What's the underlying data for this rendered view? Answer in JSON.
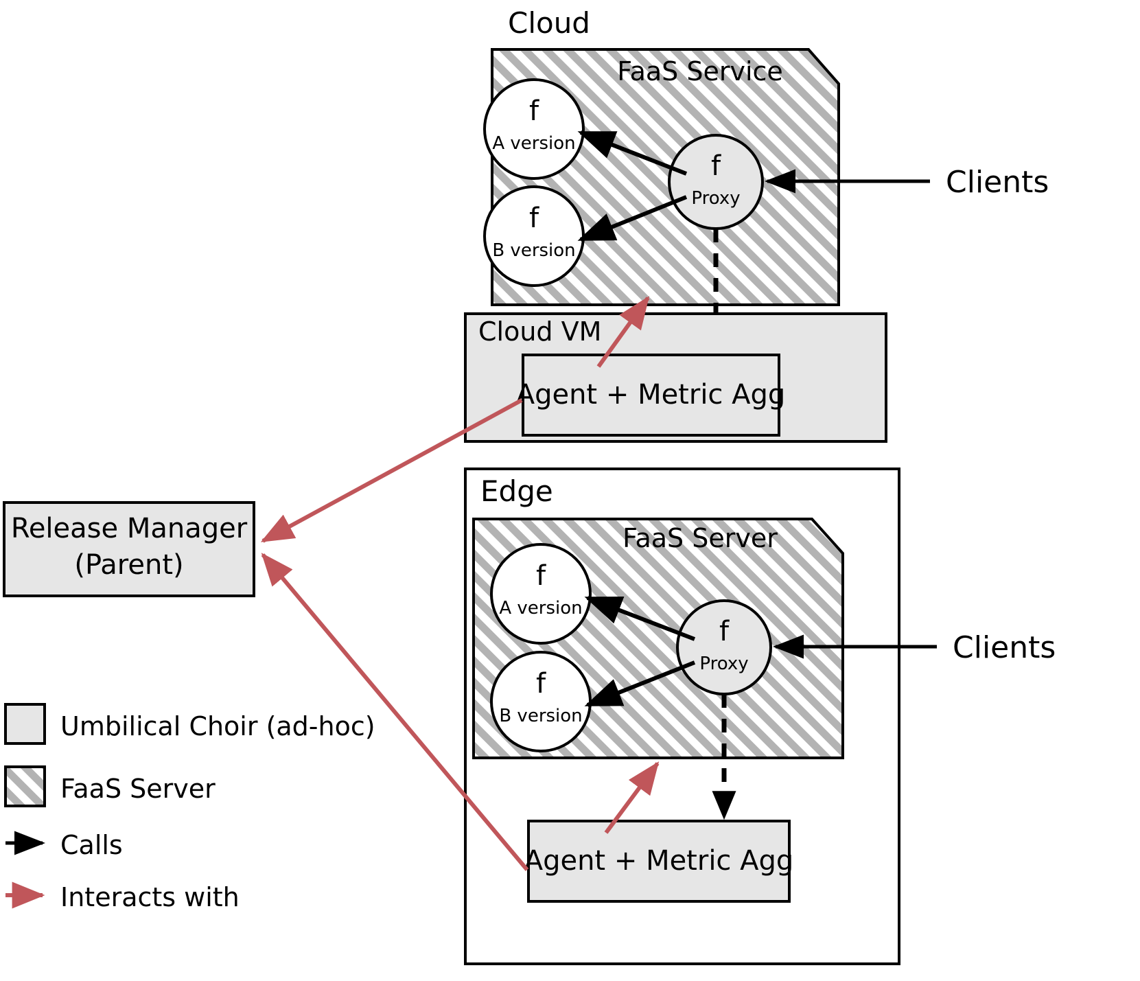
{
  "diagram": {
    "title_cloud": "Cloud",
    "title_edge": "Edge",
    "cloud_vm_label": "Cloud VM",
    "faas_service_label": "FaaS Service",
    "faas_server_label": "FaaS Server",
    "cloud_functions": [
      {
        "symbol": "f",
        "version": "A version"
      },
      {
        "symbol": "f",
        "version": "B version"
      }
    ],
    "cloud_proxy": {
      "symbol": "f",
      "label": "Proxy"
    },
    "edge_functions": [
      {
        "symbol": "f",
        "version": "A version"
      },
      {
        "symbol": "f",
        "version": "B version"
      }
    ],
    "edge_proxy": {
      "symbol": "f",
      "label": "Proxy"
    },
    "cloud_agent_label": "Agent + Metric Agg",
    "edge_agent_label": "Agent + Metric Agg",
    "release_manager_line1": "Release Manager",
    "release_manager_line2": "(Parent)",
    "clients_cloud": "Clients",
    "clients_edge": "Clients"
  },
  "legend": {
    "items": [
      {
        "key": "umbilical-choir",
        "label": "Umbilical Choir (ad-hoc)",
        "swatch": "solid-grey"
      },
      {
        "key": "faas-server",
        "label": "FaaS Server",
        "swatch": "hatched"
      },
      {
        "key": "calls",
        "label": "Calls",
        "swatch": "black-arrow"
      },
      {
        "key": "interacts-with",
        "label": "Interacts with",
        "swatch": "red-arrow"
      }
    ]
  },
  "colors": {
    "fill_grey": "#e6e6e6",
    "hatch_grey": "#b3b3b3",
    "stroke_black": "#000000",
    "interact_red": "#c0565a",
    "background": "#ffffff"
  }
}
